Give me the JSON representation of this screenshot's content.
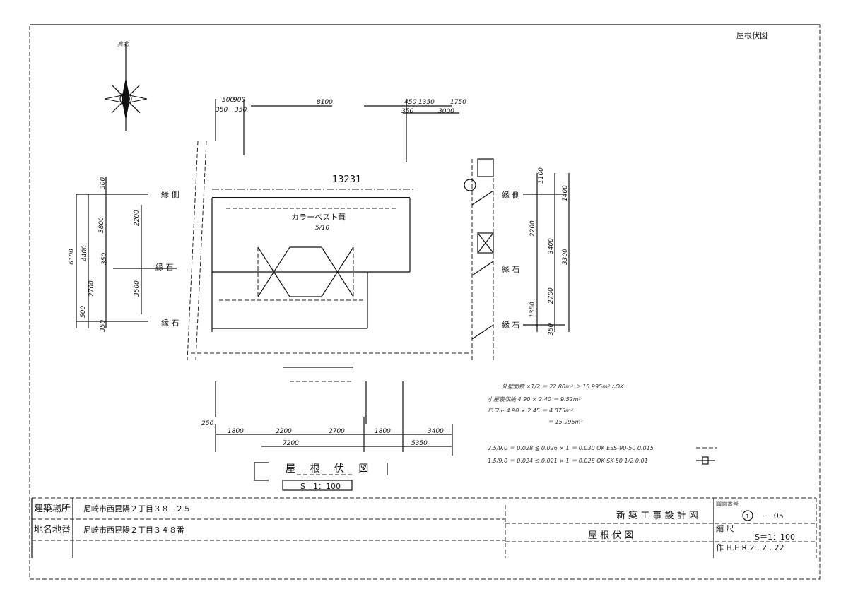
{
  "sheet_title": "屋根伏図",
  "compass": {
    "label": "真北"
  },
  "roof": {
    "material": "カラーベスト葺",
    "pitch": "5/10",
    "ridge_length": "13231"
  },
  "dimensions": {
    "top": [
      "500",
      "900",
      "350",
      "350",
      "8100",
      "450",
      "1350",
      "1750",
      "350",
      "3000"
    ],
    "left": [
      "6100",
      "4400",
      "3800",
      "2700",
      "500",
      "350",
      "2200",
      "3500",
      "350",
      "300"
    ],
    "right": [
      "1100",
      "2200",
      "3400",
      "3300",
      "2700",
      "1350",
      "1400",
      "350"
    ],
    "bottom": [
      "250",
      "1800",
      "2200",
      "2700",
      "1800",
      "3400",
      "7200",
      "5350"
    ]
  },
  "room_labels": [
    "縁 側",
    "縁 石",
    "縁 石",
    "縁 側",
    "縁 石",
    "縁 石"
  ],
  "drawing_title": "屋 根 伏 図",
  "drawing_scale": "S＝1：100",
  "area_notes": [
    "外壁面積 ×1/2 ＝ 22.80m² ＞ 15.995m² ∴OK",
    "小屋裏収納 4.90 × 2.40 ＝ 9.52m²",
    "ロフト 4.90 × 2.45 ＝ 4.075m²",
    "＝ 15.995m²"
  ],
  "legend_notes": [
    "2.5/9.0 ＝ 0.028 ≦ 0.026 × 1 ＝ 0.030 OK  ESS-90-50 0.015",
    "1.5/9.0 ＝ 0.024 ≦ 0.021 × 1 ＝ 0.028 OK  SK-50 1/2 0.01"
  ],
  "title_block": {
    "site_label": "建築場所",
    "site_value": "尼崎市西昆陽２丁目３８−２５",
    "lot_label": "地名地番",
    "lot_value": "尼崎市西昆陽２丁目３４８番",
    "project_title": "新 築 工 事 設 計 図",
    "drawing_name": "屋 根 伏 図",
    "number_label": "図面番号",
    "number_circle": "1",
    "number_value": "− 05",
    "scale_label": "縮 尺",
    "scale_value": "S＝1：100",
    "date_value": "作 H.E R 2 . 2 . 22"
  }
}
